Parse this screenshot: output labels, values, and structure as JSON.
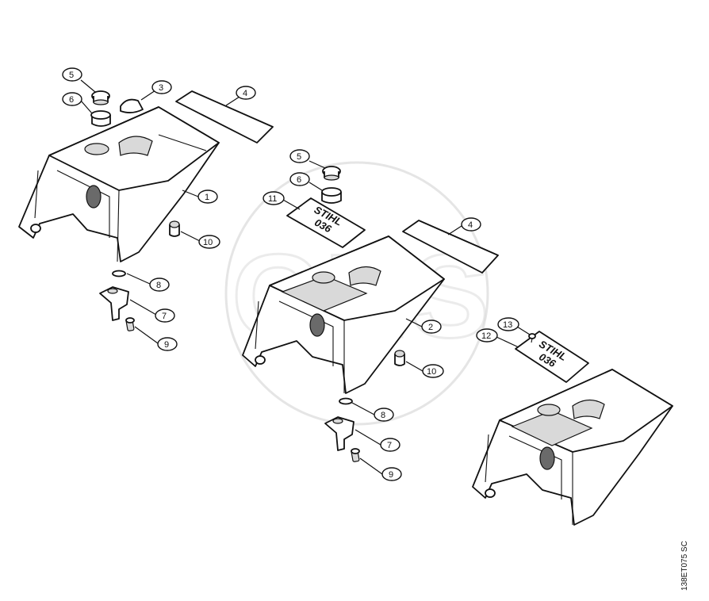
{
  "drawing_code": "138ET075 SC",
  "plate_lettering": [
    "STIHL",
    "036"
  ],
  "watermark": "GHS",
  "callouts": {
    "a1": "1",
    "a3": "3",
    "a4": "4",
    "a5": "5",
    "a6": "6",
    "a7": "7",
    "a8": "8",
    "a9": "9",
    "a10": "10",
    "b2": "2",
    "b4": "4",
    "b5": "5",
    "b6": "6",
    "b7": "7",
    "b8": "8",
    "b9": "9",
    "b10": "10",
    "b11": "11",
    "c12": "12",
    "c13": "13"
  }
}
